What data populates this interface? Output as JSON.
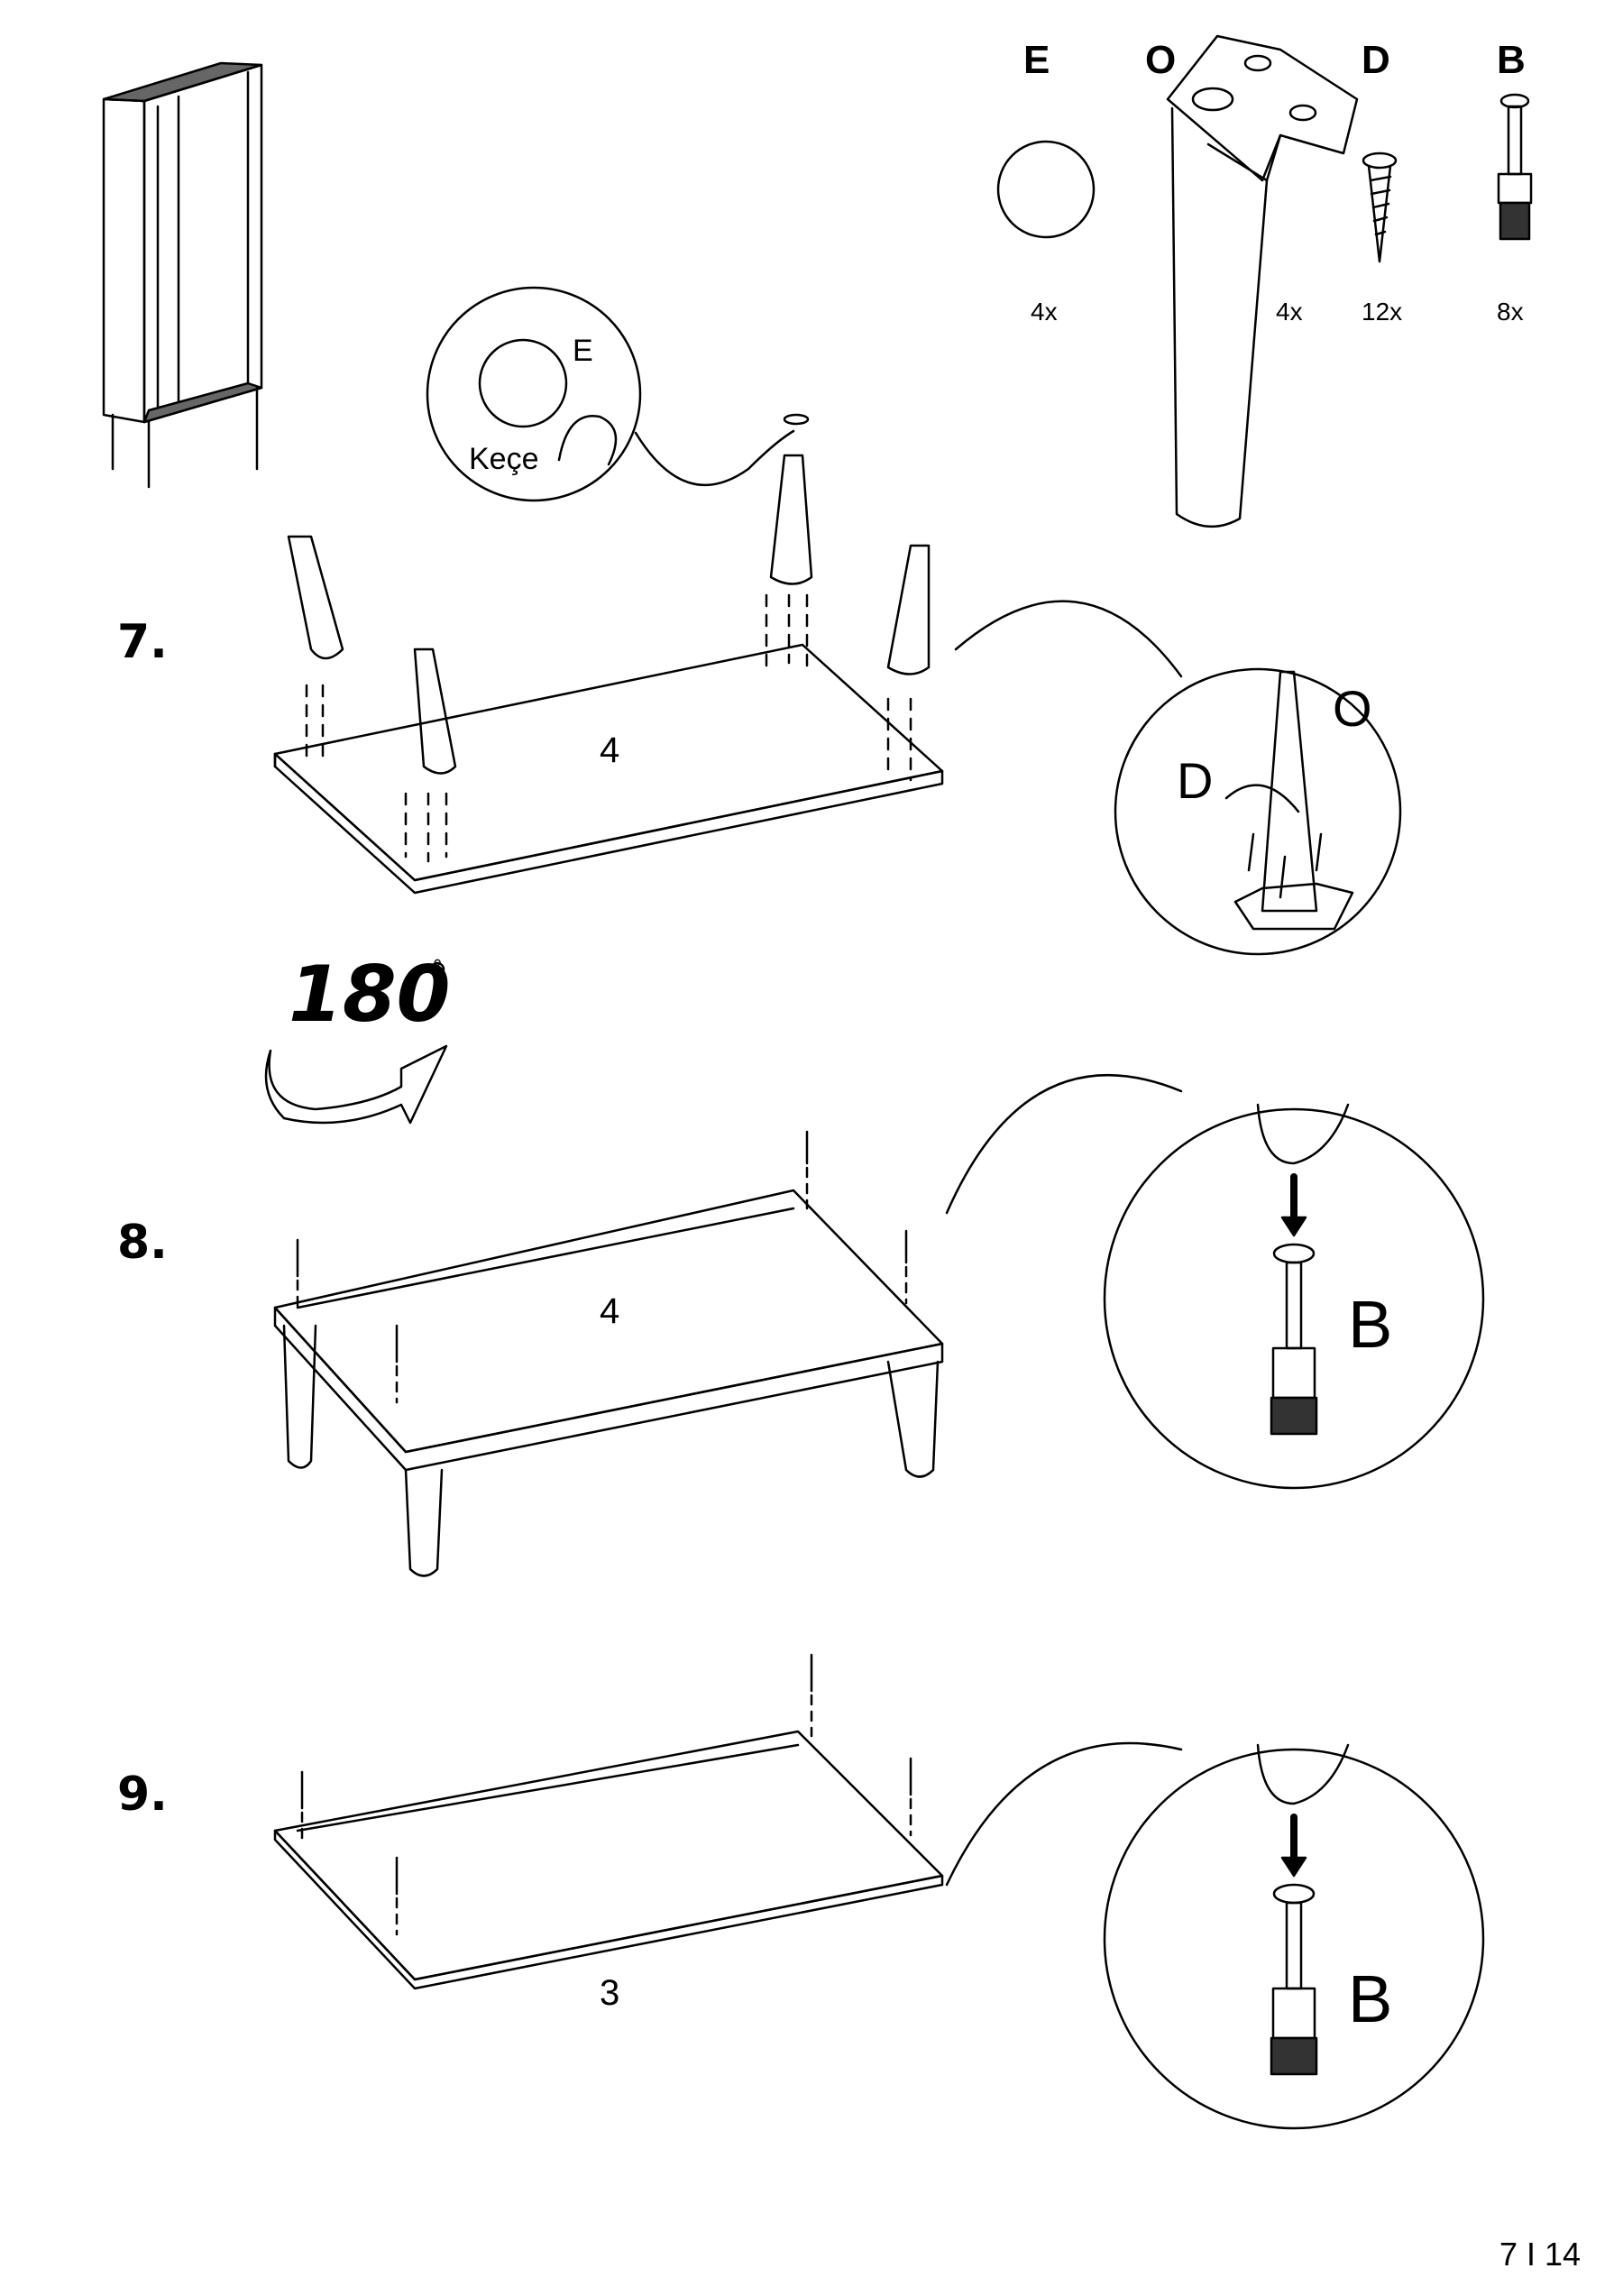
{
  "parts": [
    {
      "letter": "E",
      "qty": "4x"
    },
    {
      "letter": "O",
      "qty": "4x"
    },
    {
      "letter": "D",
      "qty": "12x"
    },
    {
      "letter": "B",
      "qty": "8x"
    }
  ],
  "steps": [
    {
      "number": "7.",
      "panel": "4"
    },
    {
      "number": "8.",
      "panel": "4"
    },
    {
      "number": "9.",
      "panel": "3"
    }
  ],
  "callouts": {
    "felt_letter": "E",
    "felt_label": "Keçe",
    "leg_letter": "O",
    "screw_letter": "D",
    "step8_part": "B",
    "step9_part": "B"
  },
  "rotation": {
    "value": "180",
    "unit": "°"
  },
  "page_number": "7 I 14"
}
